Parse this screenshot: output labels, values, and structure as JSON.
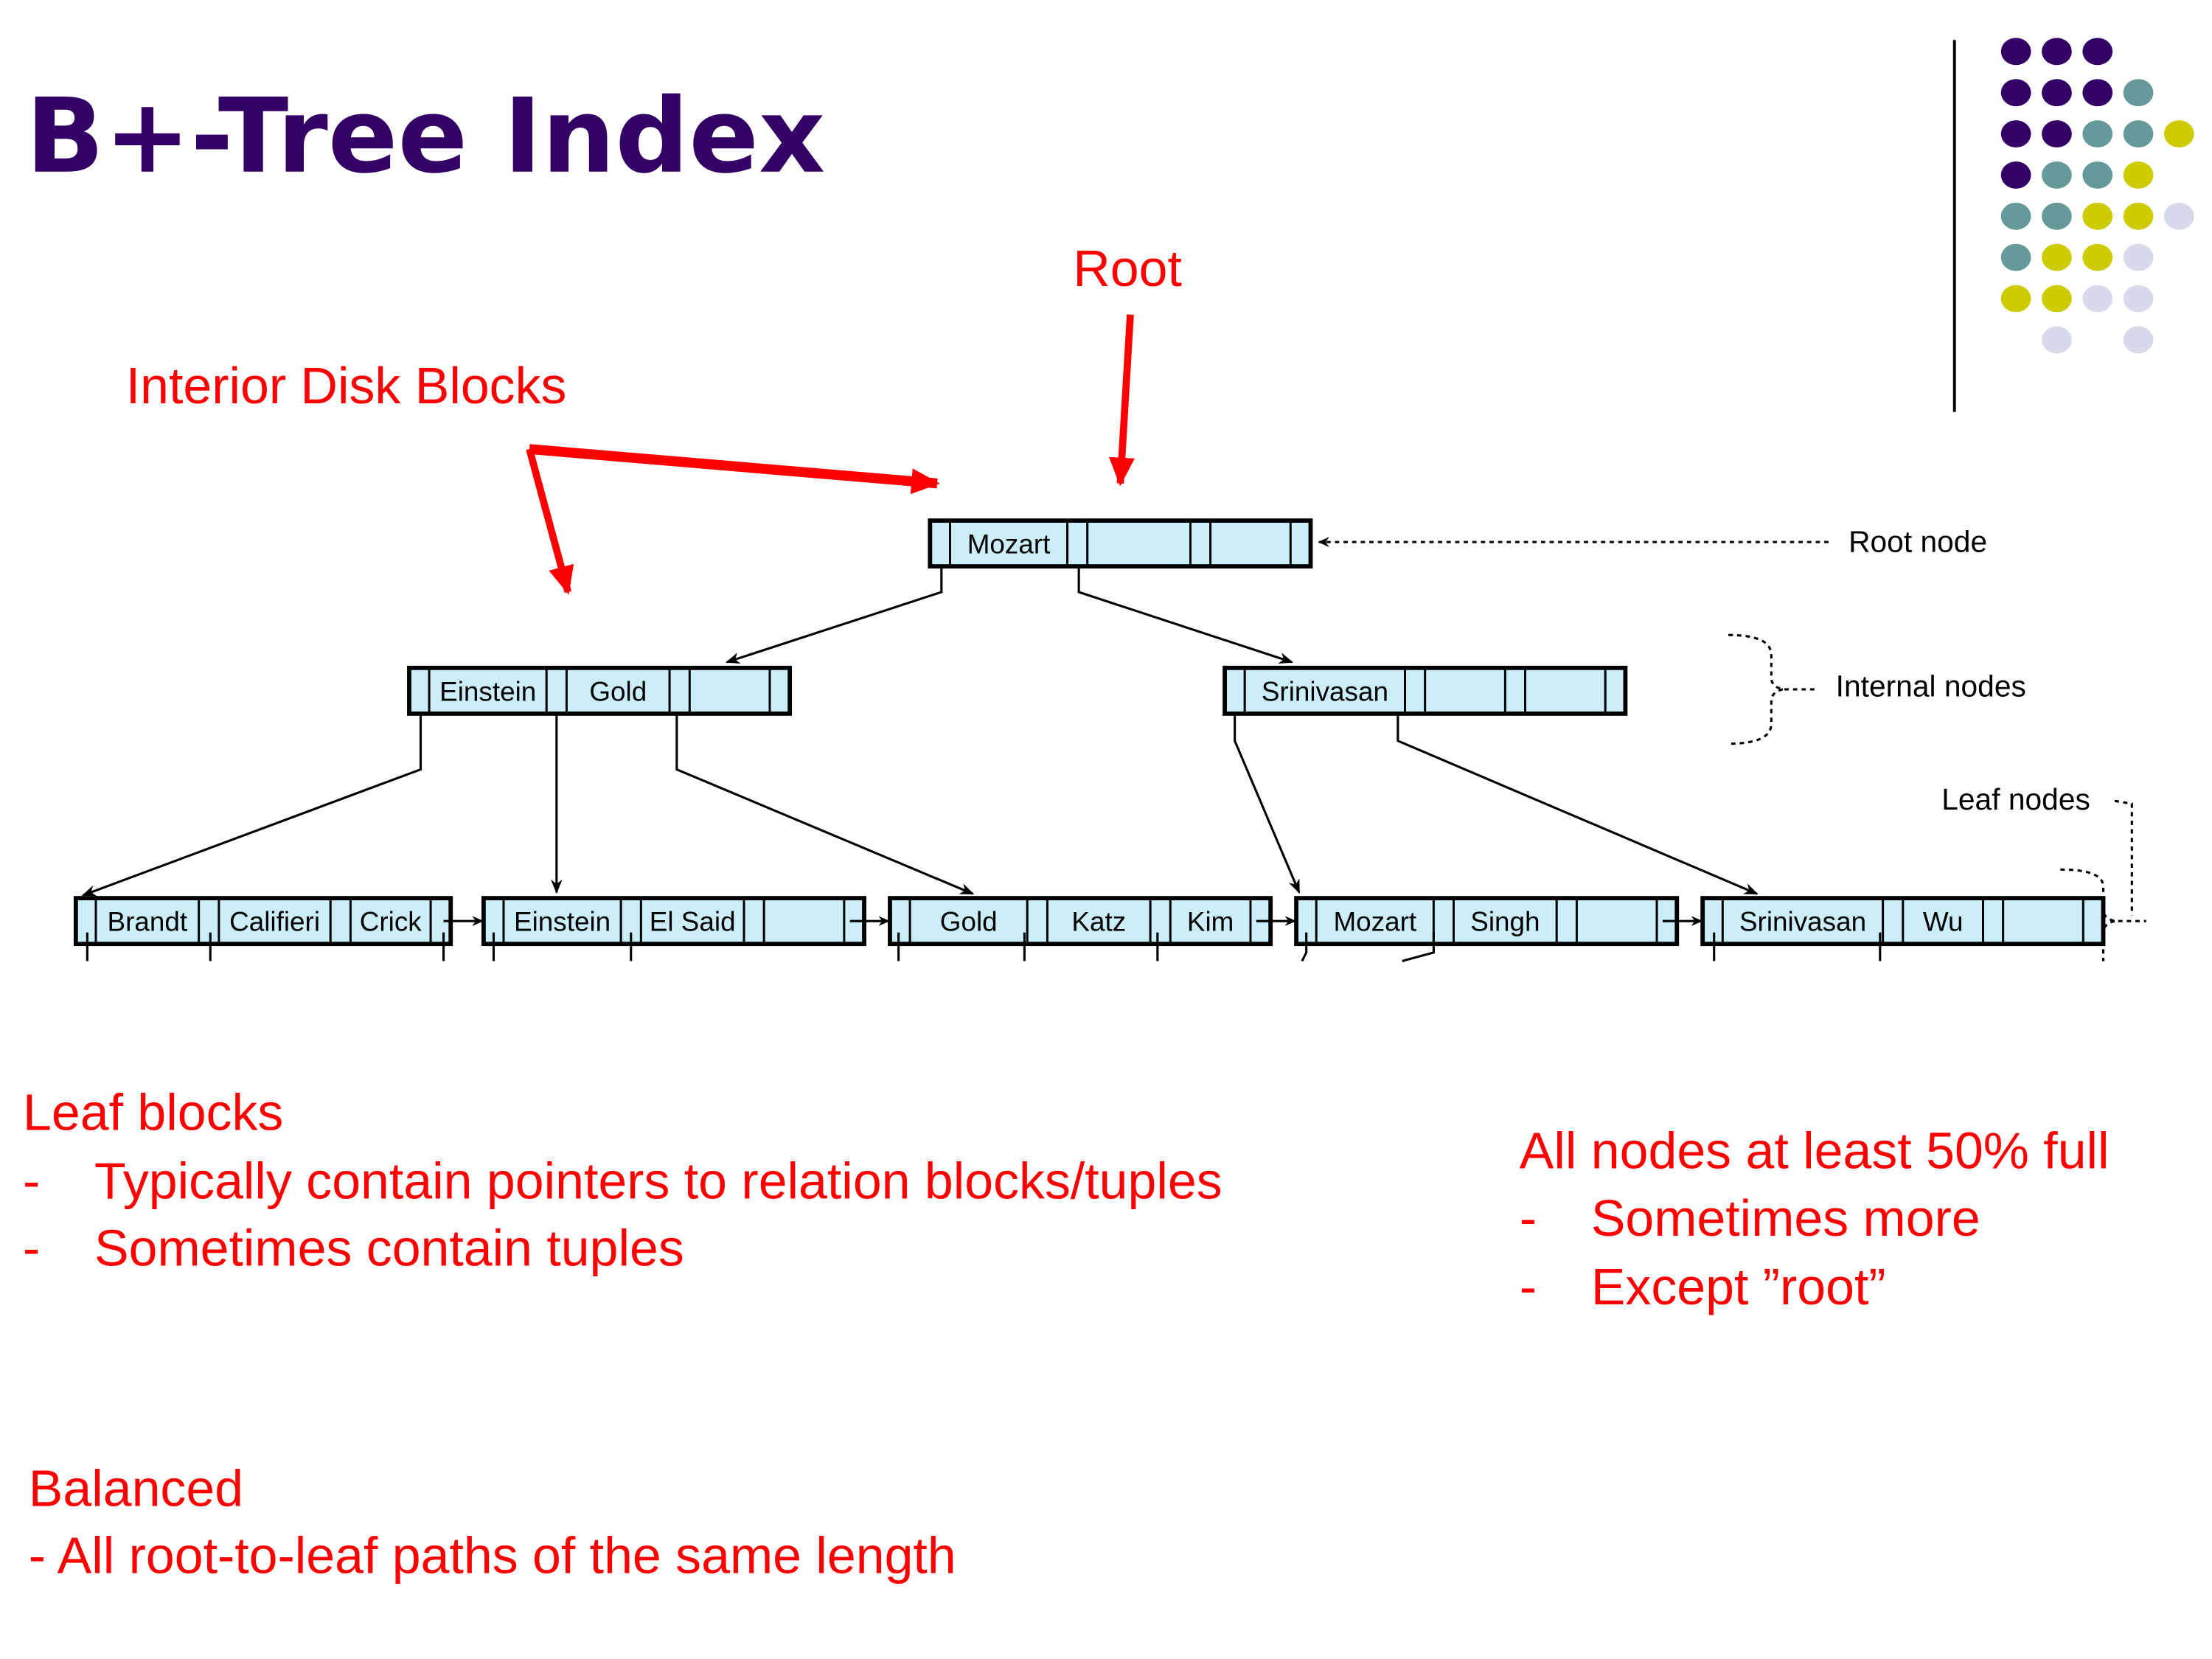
{
  "slide": {
    "title": "B+-Tree Index",
    "colors": {
      "title": "#330066",
      "annotation": "#ff0000",
      "node_fill": "#cceef8",
      "dot_purple": "#330066",
      "dot_teal": "#669999",
      "dot_yellow": "#cccc00",
      "dot_lavender": "#d9d9ec"
    }
  },
  "annotations": {
    "root": "Root",
    "interior": "Interior Disk Blocks"
  },
  "diagram": {
    "root_node": {
      "keys": [
        "Mozart",
        "",
        ""
      ]
    },
    "internal_nodes": [
      {
        "keys": [
          "Einstein",
          "Gold",
          ""
        ]
      },
      {
        "keys": [
          "Srinivasan",
          "",
          ""
        ]
      }
    ],
    "leaf_nodes": [
      {
        "keys": [
          "Brandt",
          "Califieri",
          "Crick"
        ]
      },
      {
        "keys": [
          "Einstein",
          "El Said",
          ""
        ]
      },
      {
        "keys": [
          "Gold",
          "Katz",
          "Kim"
        ]
      },
      {
        "keys": [
          "Mozart",
          "Singh",
          ""
        ]
      },
      {
        "keys": [
          "Srinivasan",
          "Wu",
          ""
        ]
      }
    ],
    "labels": {
      "root_node": "Root node",
      "internal_nodes": "Internal nodes",
      "leaf_nodes": "Leaf nodes"
    }
  },
  "notes": {
    "leaf_blocks": {
      "heading": "Leaf blocks",
      "items": [
        "Typically contain pointers to relation blocks/tuples",
        "Sometimes contain tuples"
      ]
    },
    "fill": {
      "heading": "All nodes at least 50% full",
      "items": [
        "Sometimes more",
        "Except ”root”"
      ]
    },
    "balanced": {
      "heading": "Balanced",
      "item": "- All root-to-leaf paths of the same length"
    },
    "bullet": "-"
  },
  "decoration": {
    "dot_grid": [
      [
        "purple",
        "purple",
        "purple",
        null,
        null
      ],
      [
        "purple",
        "purple",
        "purple",
        "teal",
        null
      ],
      [
        "purple",
        "purple",
        "teal",
        "teal",
        "yellow"
      ],
      [
        "purple",
        "teal",
        "teal",
        "yellow",
        null
      ],
      [
        "teal",
        "teal",
        "yellow",
        "yellow",
        "lavender"
      ],
      [
        "teal",
        "yellow",
        "yellow",
        "lavender",
        null
      ],
      [
        "yellow",
        "yellow",
        "lavender",
        "lavender",
        null
      ],
      [
        null,
        "lavender",
        null,
        "lavender",
        null
      ]
    ]
  }
}
